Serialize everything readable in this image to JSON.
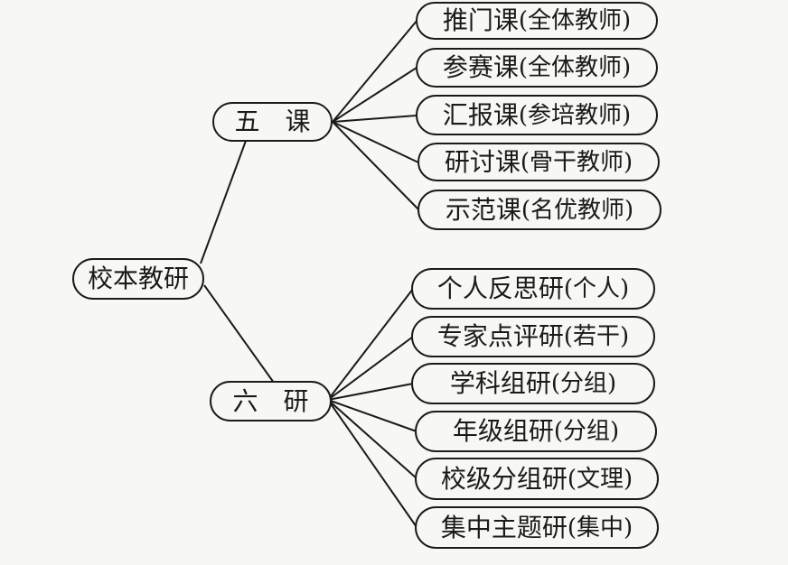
{
  "root": {
    "label": "校本教研"
  },
  "branches": [
    {
      "label": "五　课",
      "children": [
        {
          "name": "推门课",
          "note": "(全体教师)"
        },
        {
          "name": "参赛课",
          "note": "(全体教师)"
        },
        {
          "name": "汇报课",
          "note": "(参培教师)"
        },
        {
          "name": "研讨课",
          "note": "(骨干教师)"
        },
        {
          "name": "示范课",
          "note": "(名优教师)"
        }
      ]
    },
    {
      "label": "六　研",
      "children": [
        {
          "name": "个人反思研",
          "note": "(个人)"
        },
        {
          "name": "专家点评研",
          "note": "(若干)"
        },
        {
          "name": "学科组研",
          "note": "(分组)"
        },
        {
          "name": "年级组研",
          "note": "(分组)"
        },
        {
          "name": "校级分组研",
          "note": "(文理)"
        },
        {
          "name": "集中主题研",
          "note": "(集中)"
        }
      ]
    }
  ]
}
